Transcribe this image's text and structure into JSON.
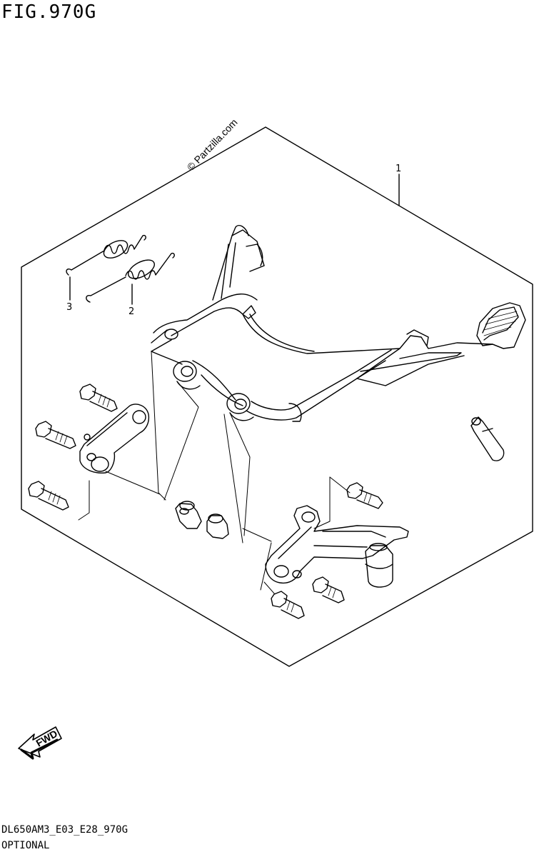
{
  "header": {
    "title": "FIG.970G"
  },
  "watermark": "© Partzilla.com",
  "callouts": [
    {
      "id": "1",
      "label": "1"
    },
    {
      "id": "2",
      "label": "2"
    },
    {
      "id": "3",
      "label": "3"
    }
  ],
  "fwd_arrow": {
    "label": "FWD"
  },
  "footer": {
    "code": "DL650AM3_E03_E28_970G",
    "label": "OPTIONAL"
  }
}
